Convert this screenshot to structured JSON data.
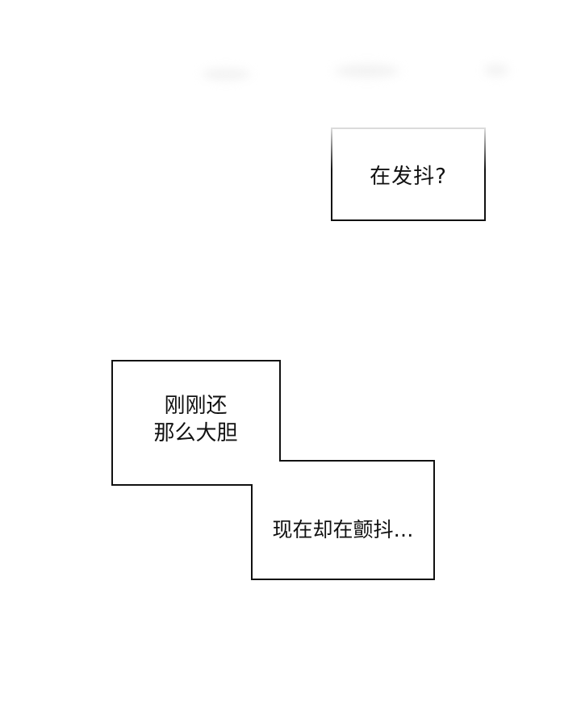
{
  "panel": {
    "background": "#ffffff",
    "bubbles": [
      {
        "id": "top",
        "text": "在发抖?"
      },
      {
        "id": "left",
        "lines": [
          "刚刚还",
          "那么大胆"
        ]
      },
      {
        "id": "bottom",
        "text": "现在却在颤抖…"
      }
    ]
  }
}
